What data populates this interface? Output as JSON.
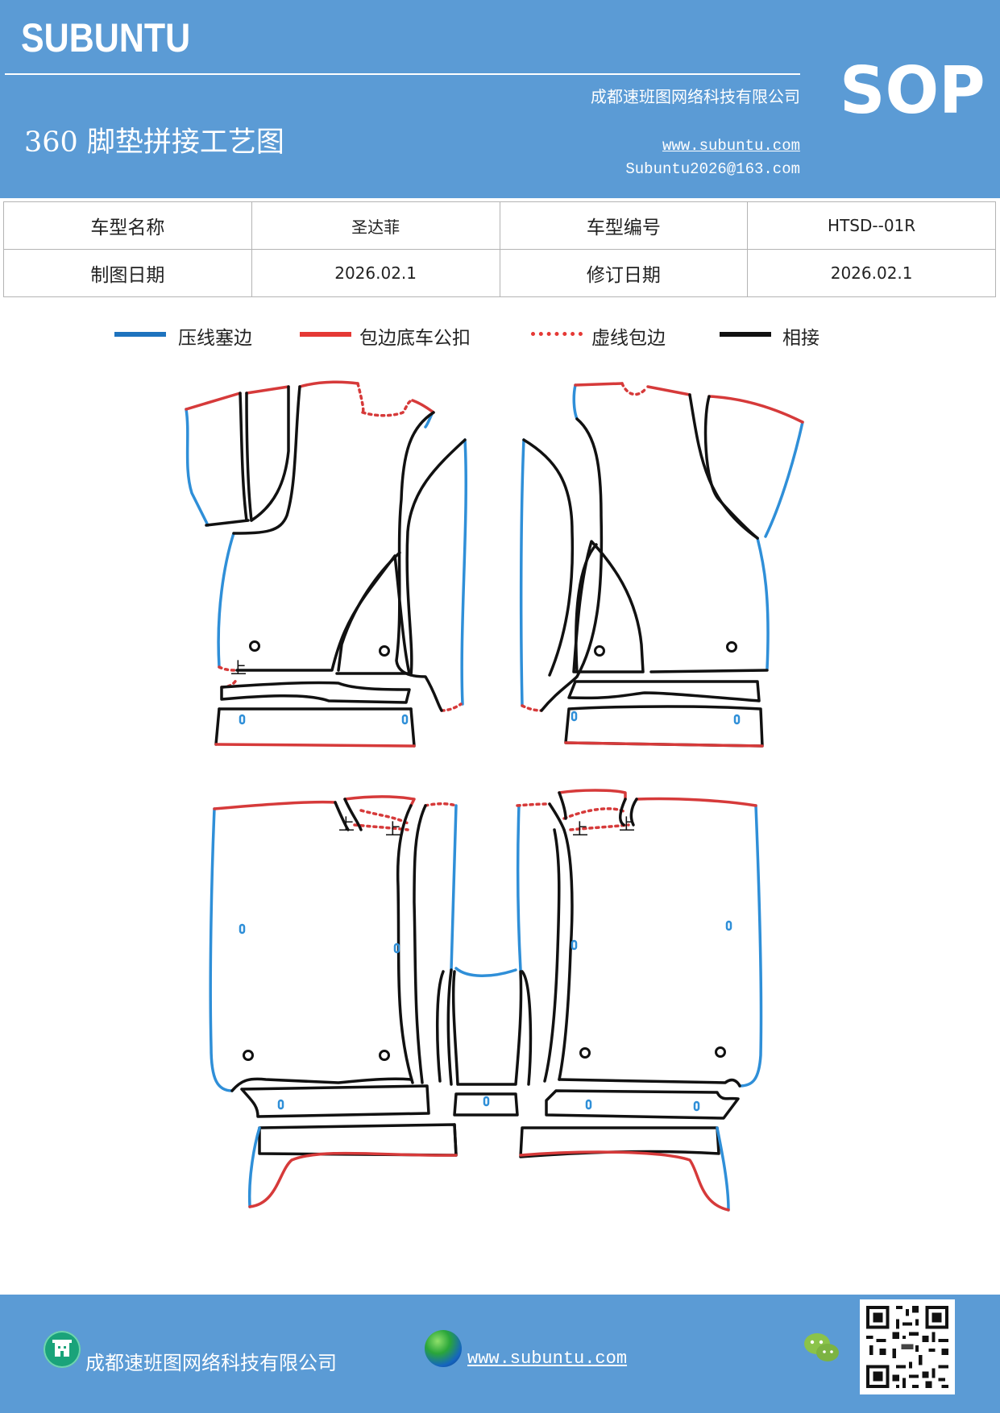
{
  "header": {
    "brand": "SUBUNTU",
    "company": "成都速班图网络科技有限公司",
    "title": "360 脚垫拼接工艺图",
    "website": "www.subuntu.com",
    "email": "Subuntu2026@163.com",
    "badge": "SOP"
  },
  "info": {
    "model_name_label": "车型名称",
    "model_name_value": "圣达菲",
    "model_code_label": "车型编号",
    "model_code_value": "HTSD--01R",
    "draw_date_label": "制图日期",
    "draw_date_value": "2026.02.1",
    "revise_date_label": "修订日期",
    "revise_date_value": "2026.02.1"
  },
  "legend": [
    {
      "label": "压线塞边",
      "color": "#1e73be",
      "style": "solid"
    },
    {
      "label": "包边底车公扣",
      "color": "#e53935",
      "style": "solid"
    },
    {
      "label": "虚线包边",
      "color": "#e53935",
      "style": "dotted"
    },
    {
      "label": "相接",
      "color": "#111111",
      "style": "solid"
    }
  ],
  "diagram": {
    "up_marker": "上"
  },
  "footer": {
    "company": "成都速班图网络科技有限公司",
    "website": "www.subuntu.com"
  },
  "colors": {
    "header_bg": "#5b9bd5",
    "blue_line": "#2f8fd8",
    "red_line": "#d63a3a",
    "black_line": "#111111"
  },
  "icons": [
    "building-icon",
    "globe-icon",
    "wechat-icon",
    "qr-code"
  ]
}
